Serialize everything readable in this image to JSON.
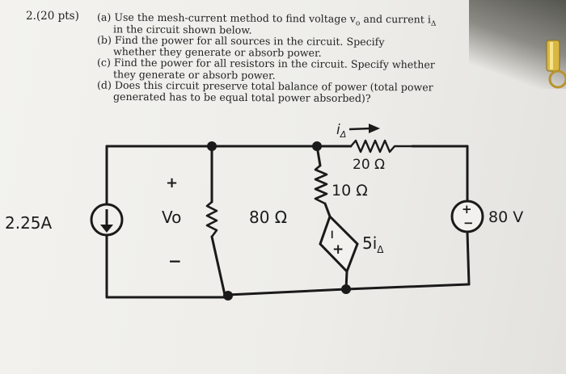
{
  "problem": {
    "number": "2.(20 pts)",
    "a_line1": "(a) Use the mesh-current method to find voltage v",
    "a_sub_o": "o",
    "a_mid": " and current i",
    "a_sub_delta": "Δ",
    "a_line2": "in the circuit shown below.",
    "b_line1": "(b) Find the power for all sources in the circuit. Specify",
    "b_line2": "whether they generate or absorb power.",
    "c_line1": "(c) Find the power for all resistors in the circuit. Specify whether",
    "c_line2": "they generate or absorb power.",
    "d_line1": "(d) Does this circuit preserve total balance of power (total power",
    "d_line2": "generated has to be equal total power absorbed)?"
  },
  "circuit": {
    "current_source_label": "2.25A",
    "vo_plus": "+",
    "vo_label": "Vo",
    "vo_minus": "−",
    "r80_label": "80 Ω",
    "r20_label": "20 Ω",
    "r10_label": "10 Ω",
    "i_delta_label": "i",
    "i_delta_sub": "Δ",
    "dep_source_label": "5i",
    "dep_source_sub": "Δ",
    "dep_plus": "+",
    "dep_minus": "−",
    "vsrc_plus": "+",
    "vsrc_minus": "−",
    "vsrc_label": "80 V"
  }
}
